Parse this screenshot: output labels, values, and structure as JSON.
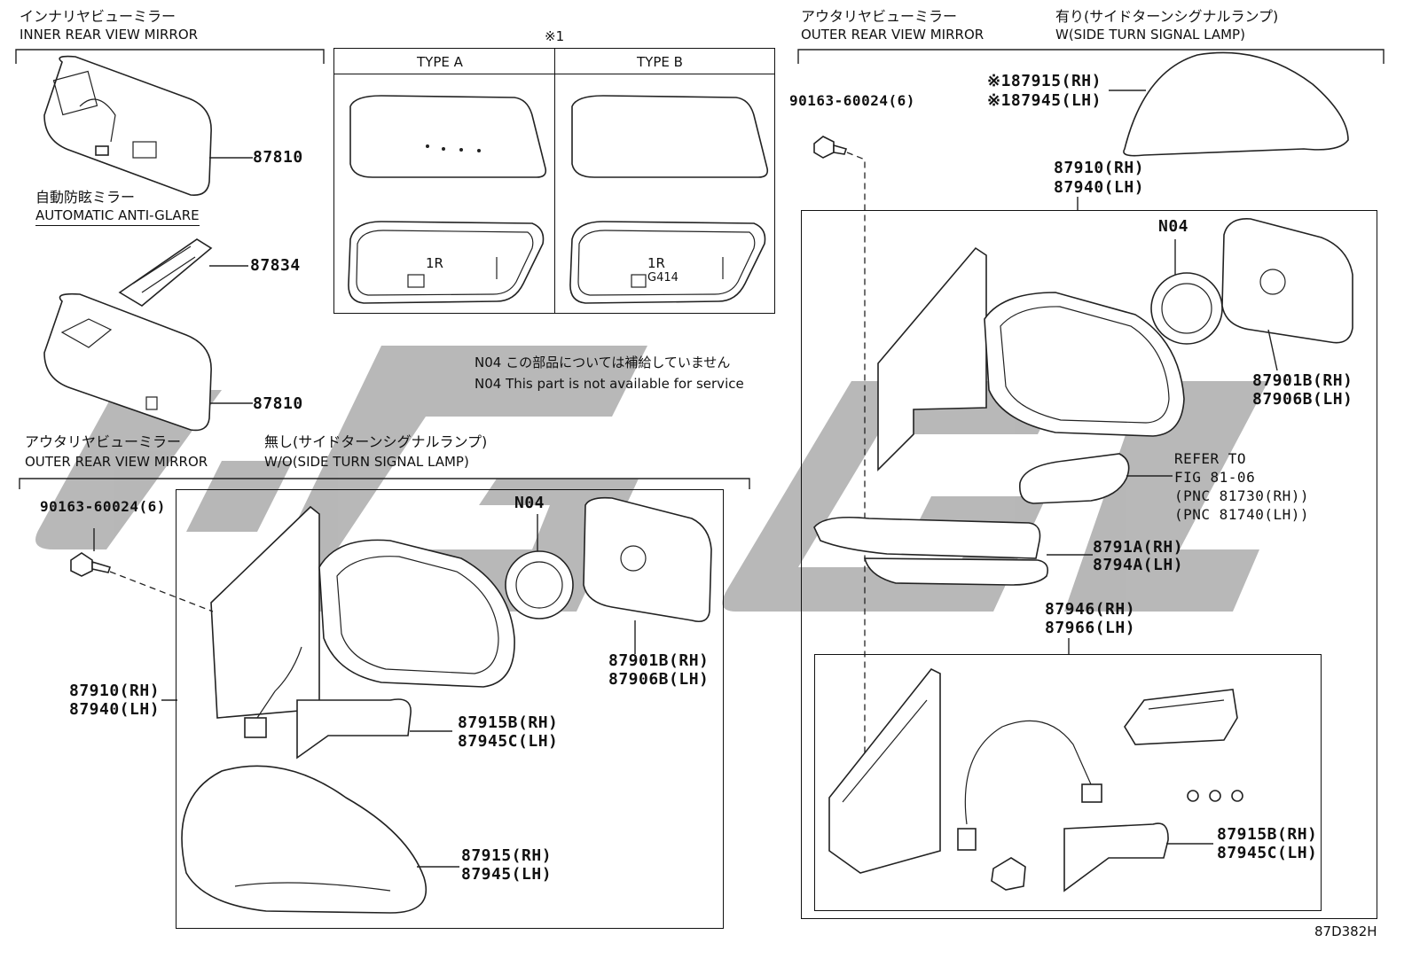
{
  "watermark_color": "#b4b4b4",
  "sections": {
    "inner": {
      "title_jp": "インナリヤビューミラー",
      "title_en": "INNER REAR VIEW MIRROR"
    },
    "auto_glare": {
      "title_jp": "自動防眩ミラー",
      "title_en": "AUTOMATIC ANTI-GLARE"
    },
    "note_mark": "※1",
    "type_a": "TYPE A",
    "type_b": "TYPE B",
    "glass_labels": {
      "a_back": "1R",
      "b_back": "1R",
      "b_code": "G414"
    },
    "outer_wo": {
      "title_jp": "アウタリヤビューミラー",
      "title_en": "OUTER REAR VIEW MIRROR",
      "sub_jp": "無し(サイドターンシグナルランプ)",
      "sub_en": "W/O(SIDE TURN SIGNAL LAMP)"
    },
    "outer_w": {
      "title_jp": "アウタリヤビューミラー",
      "title_en": "OUTER REAR VIEW MIRROR",
      "sub_jp": "有り(サイドターンシグナルランプ)",
      "sub_en": "W(SIDE TURN SIGNAL LAMP)"
    },
    "n04_note": {
      "jp": "N04 この部品については補給していません",
      "en": "N04 This part is not available for service"
    }
  },
  "callouts": {
    "inner_87810_top": "87810",
    "inner_87834": "87834",
    "inner_87810_bottom": "87810",
    "wo_bolt": "90163-60024(6)",
    "wo_n04": "N04",
    "wo_87901b": "87901B(RH)",
    "wo_87906b": "87906B(LH)",
    "wo_87910": "87910(RH)",
    "wo_87940": "87940(LH)",
    "wo_87915b": "87915B(RH)",
    "wo_87945c": "87945C(LH)",
    "wo_87915": "87915(RH)",
    "wo_87945": "87945(LH)",
    "w_bolt": "90163-60024(6)",
    "w_87915": "※187915(RH)",
    "w_87945": "※187945(LH)",
    "w_87910": "87910(RH)",
    "w_87940": "87940(LH)",
    "w_n04": "N04",
    "w_87901b": "87901B(RH)",
    "w_87906b": "87906B(LH)",
    "w_refer1": "REFER TO",
    "w_refer2": "FIG 81-06",
    "w_refer3": "(PNC 81730(RH))",
    "w_refer4": "(PNC 81740(LH))",
    "w_8791a": "8791A(RH)",
    "w_8794a": "8794A(LH)",
    "w_87946": "87946(RH)",
    "w_87966": "87966(LH)",
    "w_87915b": "87915B(RH)",
    "w_87945c": "87945C(LH)"
  },
  "figure_code": "87D382H"
}
